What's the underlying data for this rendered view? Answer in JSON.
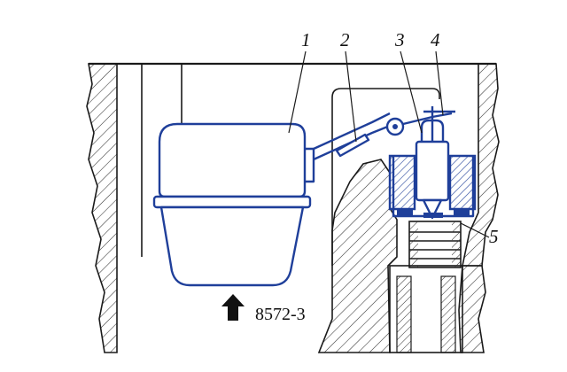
{
  "figure": {
    "reference_code": "8572-3",
    "colors": {
      "outline": "#1a1a1a",
      "assembly": "#1f3f9a",
      "hatch": "#333333",
      "background": "#ffffff"
    },
    "callouts": [
      {
        "id": "1",
        "text": "1"
      },
      {
        "id": "2",
        "text": "2"
      },
      {
        "id": "3",
        "text": "3"
      },
      {
        "id": "4",
        "text": "4"
      },
      {
        "id": "5",
        "text": "5"
      }
    ],
    "direction_icon": "up-arrow-icon"
  }
}
